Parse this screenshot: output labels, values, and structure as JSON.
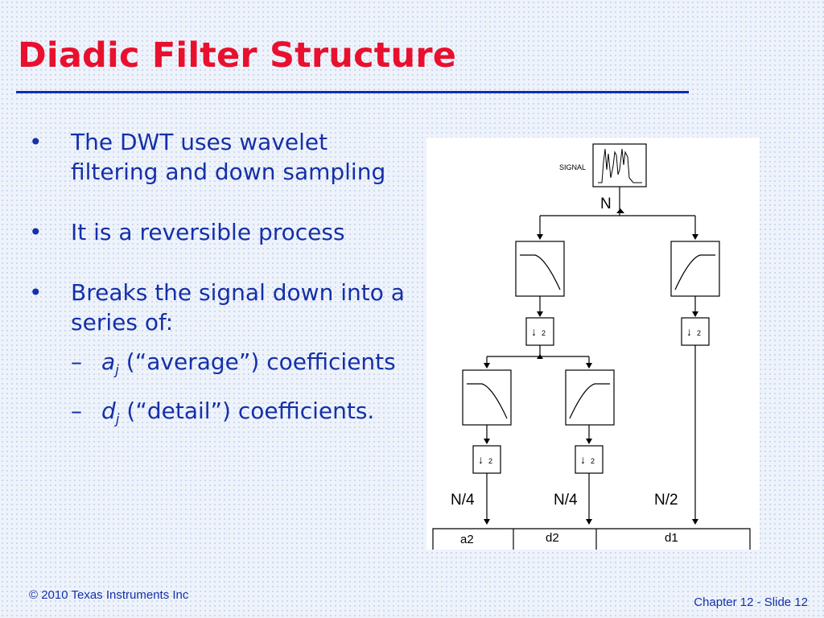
{
  "slide": {
    "title": "Diadic Filter Structure",
    "bullets": [
      {
        "text": "The DWT uses wavelet filtering and down sampling"
      },
      {
        "text": "It is a reversible process"
      },
      {
        "text": "Breaks the signal down into a series of:",
        "subitems": [
          {
            "symbol": "a",
            "subscript": "j",
            "text": " (“average”) coefficients"
          },
          {
            "symbol": "d",
            "subscript": "j",
            "text": " (“detail”) coefficients."
          }
        ]
      }
    ],
    "bullet_glyph": "•",
    "dash_glyph": "–"
  },
  "diagram": {
    "signal_label": "SIGNAL",
    "level1_size": "N",
    "downsample_symbol": "↓",
    "downsample_factor": "2",
    "size_labels": [
      "N/4",
      "N/4",
      "N/2"
    ],
    "output_segments": [
      "a2",
      "d2",
      "d1"
    ],
    "icons": [
      "signal-waveform-icon",
      "lowpass-filter-icon",
      "highpass-filter-icon",
      "downsample-icon"
    ]
  },
  "footer": {
    "copyright": "© 2010 Texas Instruments Inc",
    "slide_number": "Chapter 12 - Slide 12"
  },
  "colors": {
    "title": "#e8102e",
    "body_text": "#1530a8",
    "rule": "#0a2fb5"
  }
}
